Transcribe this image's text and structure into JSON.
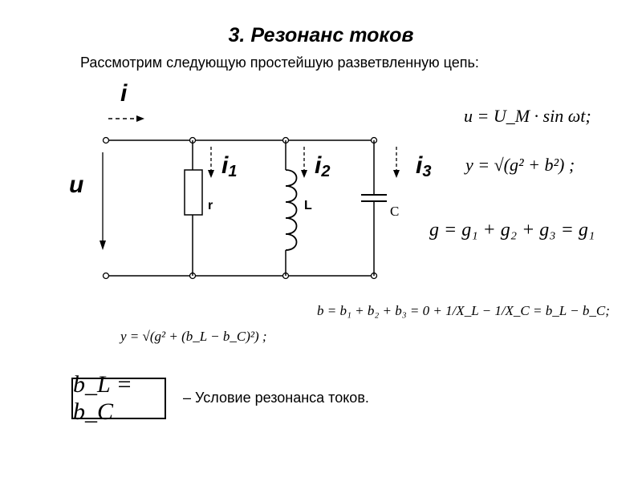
{
  "heading": {
    "title": "3. Резонанс токов",
    "subtitle": "Рассмотрим следующую простейшую разветвленную цепь:"
  },
  "circuit": {
    "current_label": "i",
    "voltage_label": "u",
    "branch1_current": "i",
    "branch1_index": "1",
    "branch2_current": "i",
    "branch2_index": "2",
    "branch3_current": "i",
    "branch3_index": "3",
    "resistor_label": "r",
    "inductor_label": "L",
    "capacitor_label": "C"
  },
  "formulas": {
    "voltage": "u = U_M · sin ωt;",
    "admittance": "y = √(g² + b²) ;",
    "conductance": "g = g₁ + g₂ + g₃ = g₁",
    "susceptance": "b = b₁ + b₂ + b₃ = 0 + 1/X_L − 1/X_C = b_L − b_C;",
    "admittance_resonance": "y = √(g² + (b_L − b_C)²) ;",
    "condition": "b_L = b_C"
  },
  "condition_text": "– Условие резонанса токов."
}
